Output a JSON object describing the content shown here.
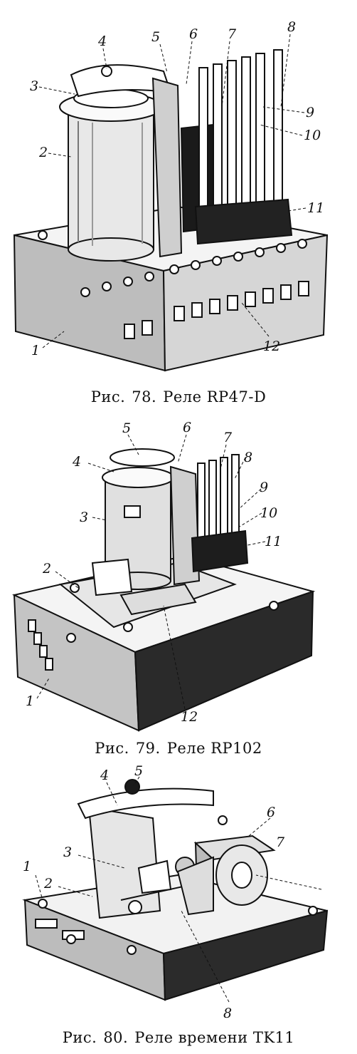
{
  "figures": [
    {
      "caption": {
        "prefix": "Рис.",
        "number": "78.",
        "text": "Реле RP47-D"
      },
      "callouts": [
        "1",
        "2",
        "3",
        "4",
        "5",
        "6",
        "7",
        "8",
        "9",
        "10",
        "11",
        "12"
      ]
    },
    {
      "caption": {
        "prefix": "Рис.",
        "number": "79.",
        "text": "Реле RP102"
      },
      "callouts": [
        "1",
        "2",
        "3",
        "4",
        "5",
        "6",
        "7",
        "8",
        "9",
        "10",
        "11",
        "12"
      ]
    },
    {
      "caption": {
        "prefix": "Рис.",
        "number": "80.",
        "text": "Реле времени TK11"
      },
      "callouts": [
        "1",
        "2",
        "3",
        "4",
        "5",
        "6",
        "7",
        "8"
      ]
    }
  ]
}
